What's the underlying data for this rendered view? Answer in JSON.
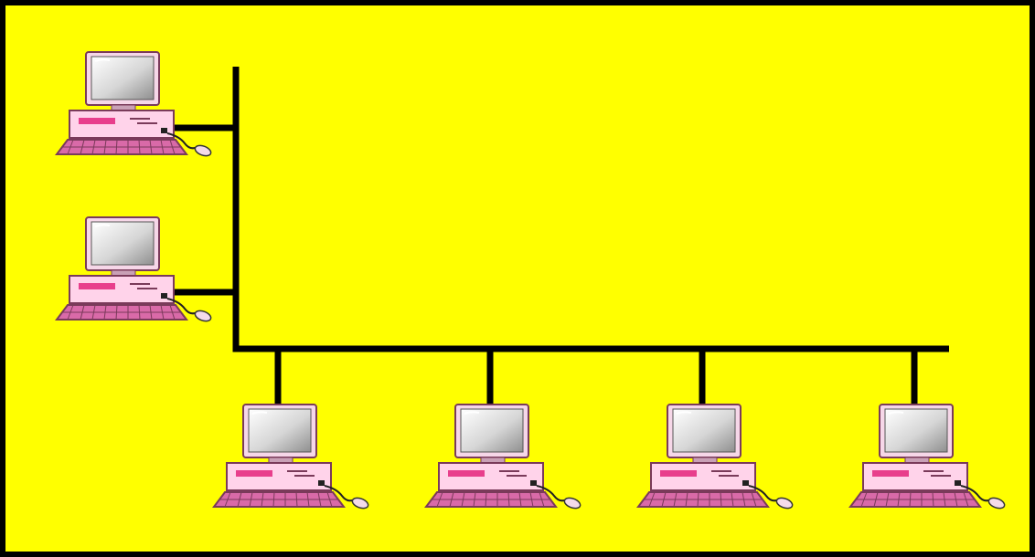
{
  "colors": {
    "background": "#ffff00",
    "frame": "#000000",
    "cable": "#000000",
    "case": "#ffd3ea",
    "case_outline": "#7a3a5a",
    "drive_slot": "#e83e8c",
    "keyboard": "#d96aa8",
    "screen": "#c8c8c8",
    "mouse": "#f4dbe9"
  },
  "diagram": {
    "topology": "bus",
    "node_icon": "desktop-computer-icon",
    "nodes": [
      {
        "id": "computer-1",
        "group": "left"
      },
      {
        "id": "computer-2",
        "group": "left"
      },
      {
        "id": "computer-3",
        "group": "bottom"
      },
      {
        "id": "computer-4",
        "group": "bottom"
      },
      {
        "id": "computer-5",
        "group": "bottom"
      },
      {
        "id": "computer-6",
        "group": "bottom"
      }
    ]
  }
}
